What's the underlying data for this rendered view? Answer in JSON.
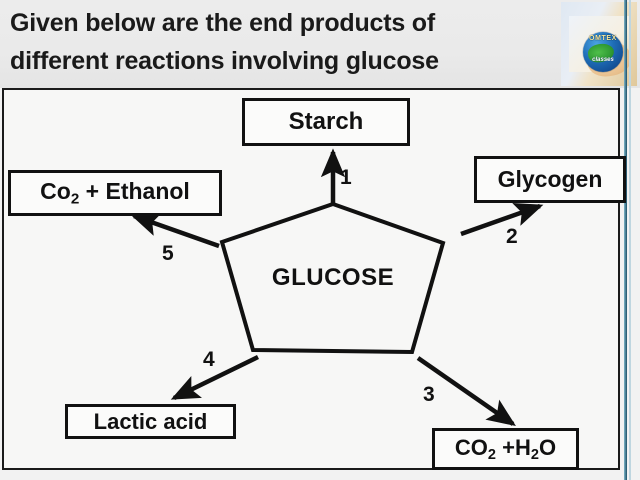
{
  "header": {
    "line1": "Given below are the end products of",
    "line2": "different reactions involving glucose",
    "background_color": "#eaeaea",
    "text_color": "#1a1a1a"
  },
  "logo": {
    "brand": "OMTEX",
    "tagline": "classes",
    "icon": "globe-in-hand-logo"
  },
  "chart_data": {
    "type": "diagram",
    "title": "End products of different reactions involving glucose",
    "center_node": {
      "label": "GLUCOSE",
      "shape": "pentagon"
    },
    "nodes": [
      {
        "id": "starch",
        "label": "Starch",
        "label_html": "Starch",
        "position": "top"
      },
      {
        "id": "glycogen",
        "label": "Glycogen",
        "label_html": "Glycogen",
        "position": "top-right"
      },
      {
        "id": "ethanol",
        "label": "Co2 + Ethanol",
        "label_html": "Co<sub>2</sub> + Ethanol",
        "position": "top-left"
      },
      {
        "id": "lactic",
        "label": "Lactic acid",
        "label_html": "Lactic acid",
        "position": "bottom-left"
      },
      {
        "id": "co2h2o",
        "label": "CO2 +H2O",
        "label_html": "CO<sub>2</sub> +H<sub>2</sub>O",
        "position": "bottom-right"
      }
    ],
    "edges": [
      {
        "number": "1",
        "from": "glucose",
        "to": "starch",
        "direction": "up"
      },
      {
        "number": "2",
        "from": "glucose",
        "to": "glycogen",
        "direction": "up-right"
      },
      {
        "number": "3",
        "from": "glucose",
        "to": "co2h2o",
        "direction": "down-right"
      },
      {
        "number": "4",
        "from": "glucose",
        "to": "lactic",
        "direction": "down-left"
      },
      {
        "number": "5",
        "from": "glucose",
        "to": "ethanol",
        "direction": "up-left"
      }
    ],
    "edge_labels": [
      "1",
      "2",
      "3",
      "4",
      "5"
    ],
    "stroke_color": "#111111",
    "box_fill": "#fbfbfa",
    "canvas_background": "#f7f7f6"
  }
}
